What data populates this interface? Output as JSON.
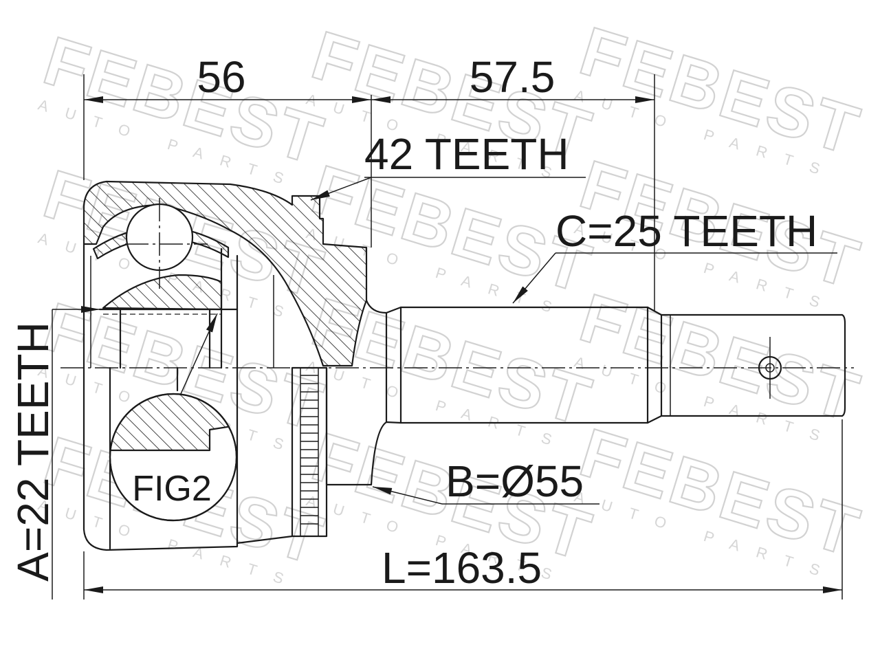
{
  "dimensions": {
    "top_left": "56",
    "top_right": "57.5",
    "overall_length": "L=163.5"
  },
  "callouts": {
    "housing_teeth": "42 TEETH",
    "shaft_spline": "C=25 TEETH",
    "abs_ring": "B=Ø55",
    "inner_spline": "A=22 TEETH",
    "figure": "FIG2"
  },
  "watermark": {
    "brand": "FEBEST",
    "tagline": "AUTO PARTS"
  },
  "colors": {
    "line": "#1a1a1a",
    "watermark": "#d2d2d2",
    "background": "#ffffff"
  }
}
